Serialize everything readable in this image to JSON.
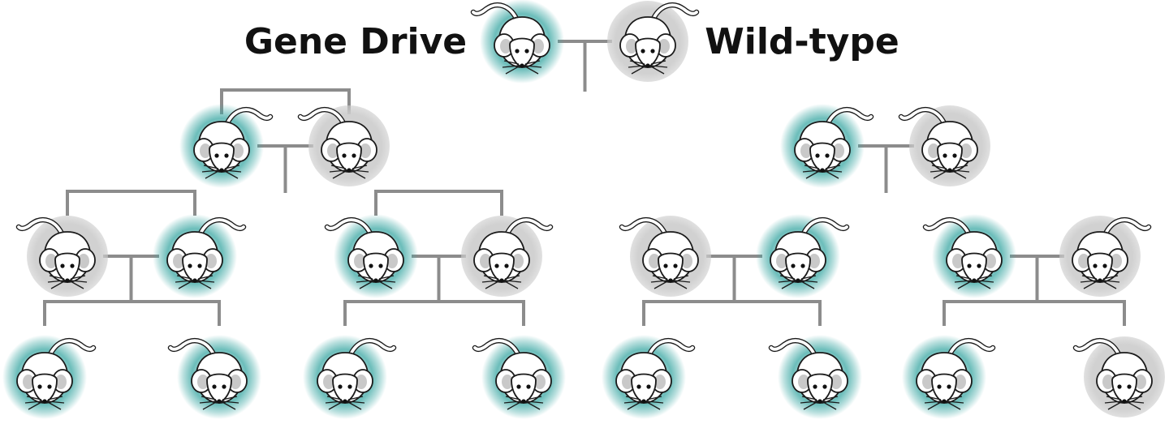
{
  "labels": {
    "gene_drive": "Gene Drive",
    "wild_type": "Wild-type"
  },
  "colors": {
    "gene_drive": "#3aa7a3",
    "wild_type": "#b3b3b3",
    "connector": "#8c8c8c"
  },
  "generations": [
    [
      "gene-drive",
      "wild-type"
    ],
    [
      "gene-drive",
      "wild-type",
      "gene-drive",
      "wild-type"
    ],
    [
      "wild-type",
      "gene-drive",
      "gene-drive",
      "wild-type",
      "wild-type",
      "gene-drive",
      "gene-drive",
      "wild-type"
    ],
    [
      "gene-drive",
      "gene-drive",
      "gene-drive",
      "gene-drive",
      "gene-drive",
      "gene-drive",
      "gene-drive",
      "wild-type"
    ]
  ]
}
